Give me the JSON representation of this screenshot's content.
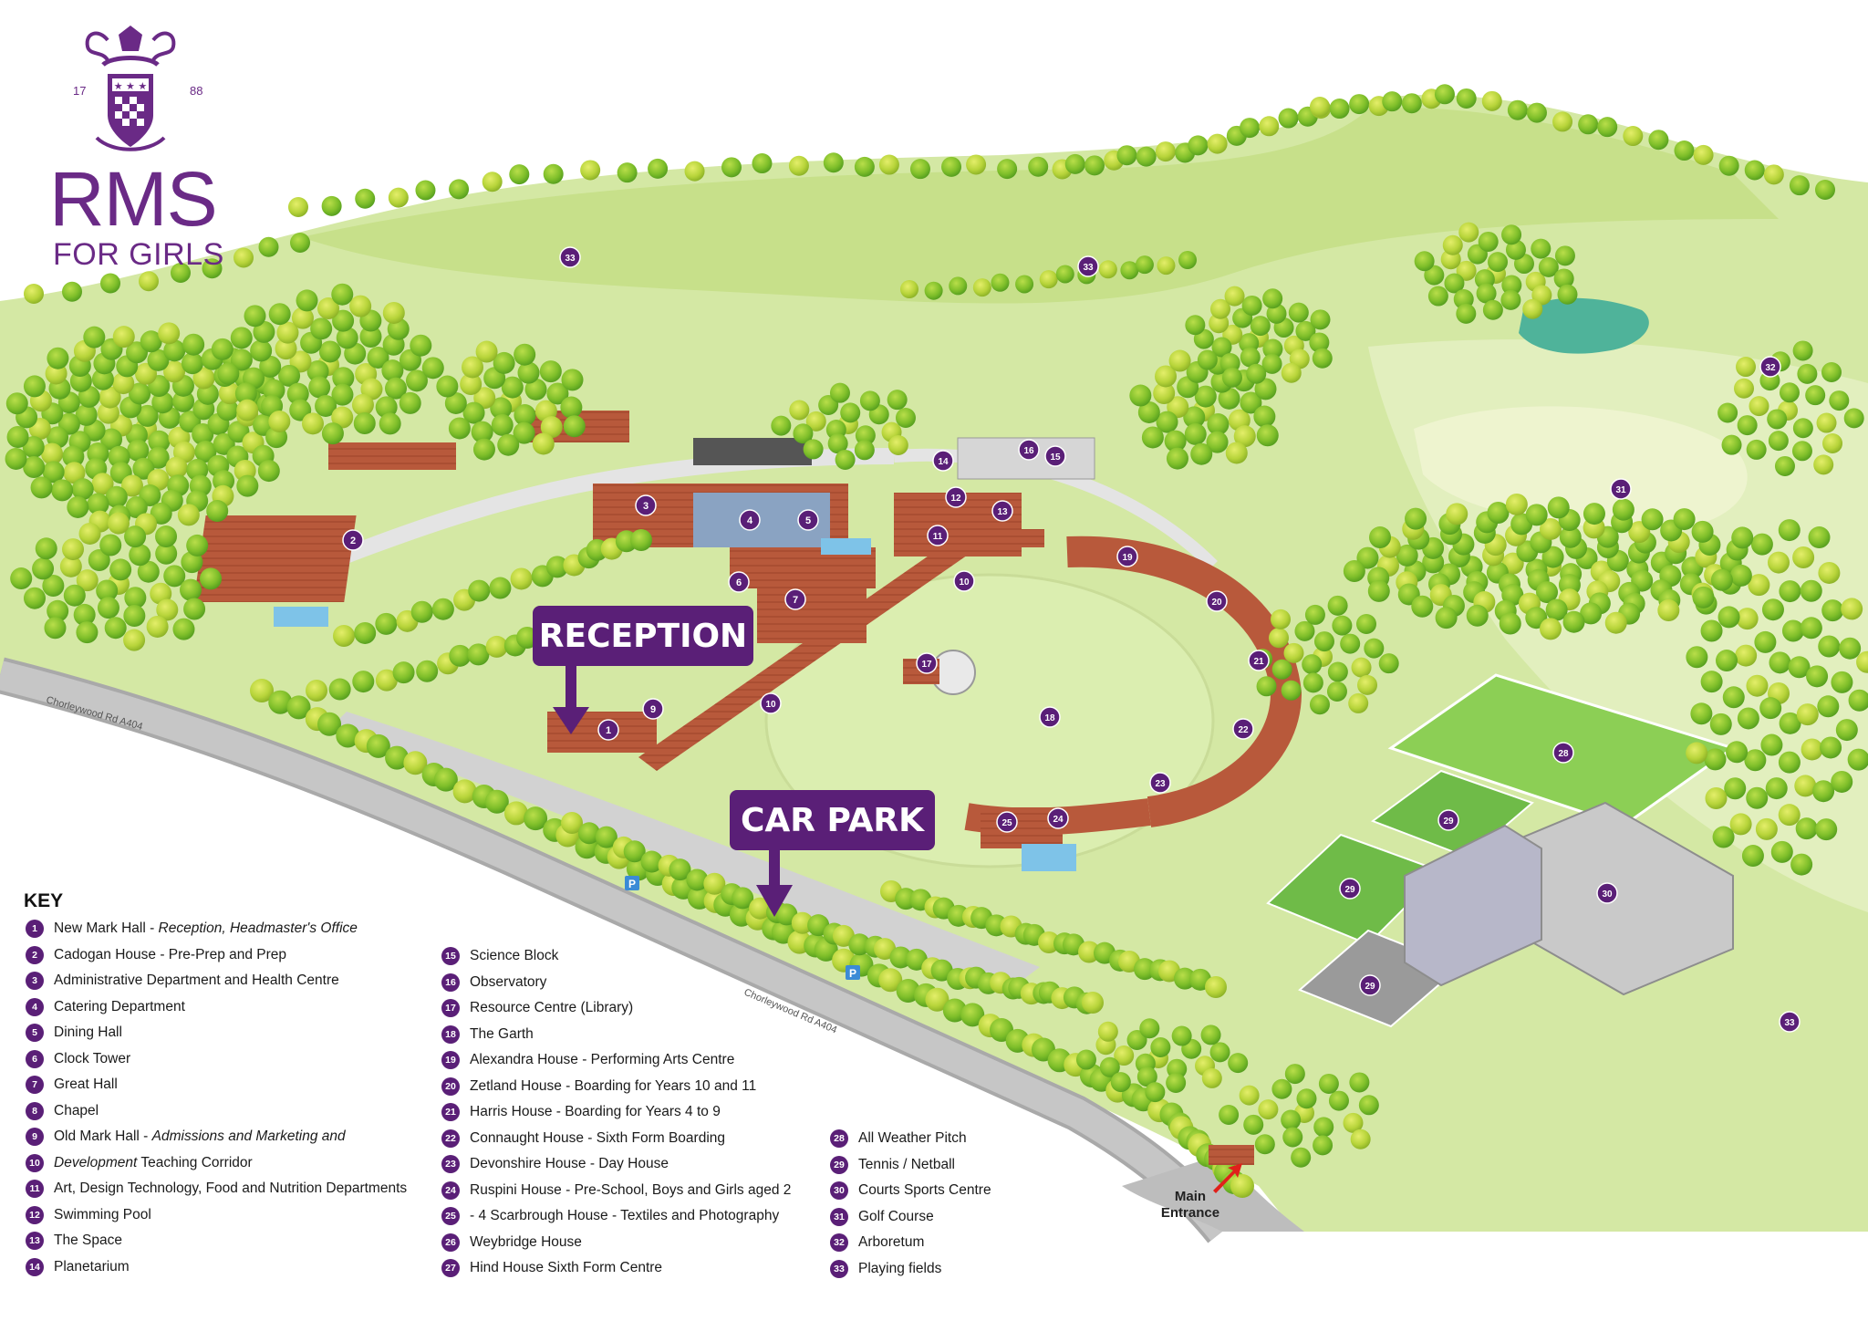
{
  "brand": {
    "name": "RMS",
    "subtitle": "FOR GIRLS",
    "year_left": "17",
    "year_right": "88"
  },
  "callouts": {
    "reception": "RECEPTION",
    "car_park": "CAR PARK"
  },
  "map_labels": {
    "main_entrance": "Main Entrance",
    "road_1": "Chorleywood Rd   A404",
    "road_2": "Chorleywood Rd   A404",
    "parking": "P"
  },
  "markers": [
    "1",
    "2",
    "3",
    "4",
    "5",
    "6",
    "7",
    "9",
    "10",
    "10",
    "11",
    "12",
    "13",
    "14",
    "15",
    "16",
    "17",
    "18",
    "19",
    "20",
    "21",
    "22",
    "23",
    "24",
    "25",
    "28",
    "29",
    "29",
    "29",
    "30",
    "31",
    "32",
    "33",
    "33",
    "33"
  ],
  "key": {
    "title": "KEY",
    "col1": [
      {
        "n": "1",
        "text": "New Mark Hall - ",
        "italic": "Reception, Headmaster's Office"
      },
      {
        "n": "2",
        "text": "Cadogan House - Pre-Prep and Prep",
        "italic": ""
      },
      {
        "n": "3",
        "text": "Administrative Department and Health Centre",
        "italic": ""
      },
      {
        "n": "4",
        "text": "Catering Department",
        "italic": ""
      },
      {
        "n": "5",
        "text": "Dining Hall",
        "italic": ""
      },
      {
        "n": "6",
        "text": "Clock Tower",
        "italic": ""
      },
      {
        "n": "7",
        "text": "Great Hall",
        "italic": ""
      },
      {
        "n": "8",
        "text": "Chapel",
        "italic": ""
      },
      {
        "n": "9",
        "text": "Old Mark Hall - ",
        "italic": "Admissions and Marketing and"
      },
      {
        "n": "10",
        "text": "",
        "italic": "Development",
        "tail": " Teaching Corridor"
      },
      {
        "n": "11",
        "text": "Art, Design Technology, Food and Nutrition Departments",
        "italic": ""
      },
      {
        "n": "12",
        "text": "Swimming Pool",
        "italic": ""
      },
      {
        "n": "13",
        "text": "The Space",
        "italic": ""
      },
      {
        "n": "14",
        "text": "Planetarium",
        "italic": ""
      }
    ],
    "col2": [
      {
        "n": "15",
        "text": "Science Block"
      },
      {
        "n": "16",
        "text": "Observatory"
      },
      {
        "n": "17",
        "text": "Resource Centre (Library)"
      },
      {
        "n": "18",
        "text": "The Garth"
      },
      {
        "n": "19",
        "text": "Alexandra House - Performing Arts Centre"
      },
      {
        "n": "20",
        "text": "Zetland House - Boarding for Years 10 and 11"
      },
      {
        "n": "21",
        "text": "Harris House - Boarding for Years 4 to 9"
      },
      {
        "n": "22",
        "text": "Connaught House - Sixth Form Boarding"
      },
      {
        "n": "23",
        "text": "Devonshire House - Day House"
      },
      {
        "n": "24",
        "text": "Ruspini House - Pre-School, Boys and Girls aged 2"
      },
      {
        "n": "25",
        "text": "- 4 Scarbrough House - Textiles and Photography"
      },
      {
        "n": "26",
        "text": "Weybridge House"
      },
      {
        "n": "27",
        "text": "Hind House Sixth Form Centre"
      }
    ],
    "col3": [
      {
        "n": "28",
        "text": "All Weather Pitch"
      },
      {
        "n": "29",
        "text": "Tennis / Netball"
      },
      {
        "n": "30",
        "text": "Courts Sports Centre"
      },
      {
        "n": "31",
        "text": "Golf Course"
      },
      {
        "n": "32",
        "text": "Arboretum"
      },
      {
        "n": "33",
        "text": "Playing fields"
      }
    ]
  },
  "colors": {
    "brand_purple": "#5a1f77",
    "grass": "#cfe69a",
    "light_grass": "#e3efbf",
    "road": "#bdbdbd",
    "brick": "#b8593b"
  }
}
